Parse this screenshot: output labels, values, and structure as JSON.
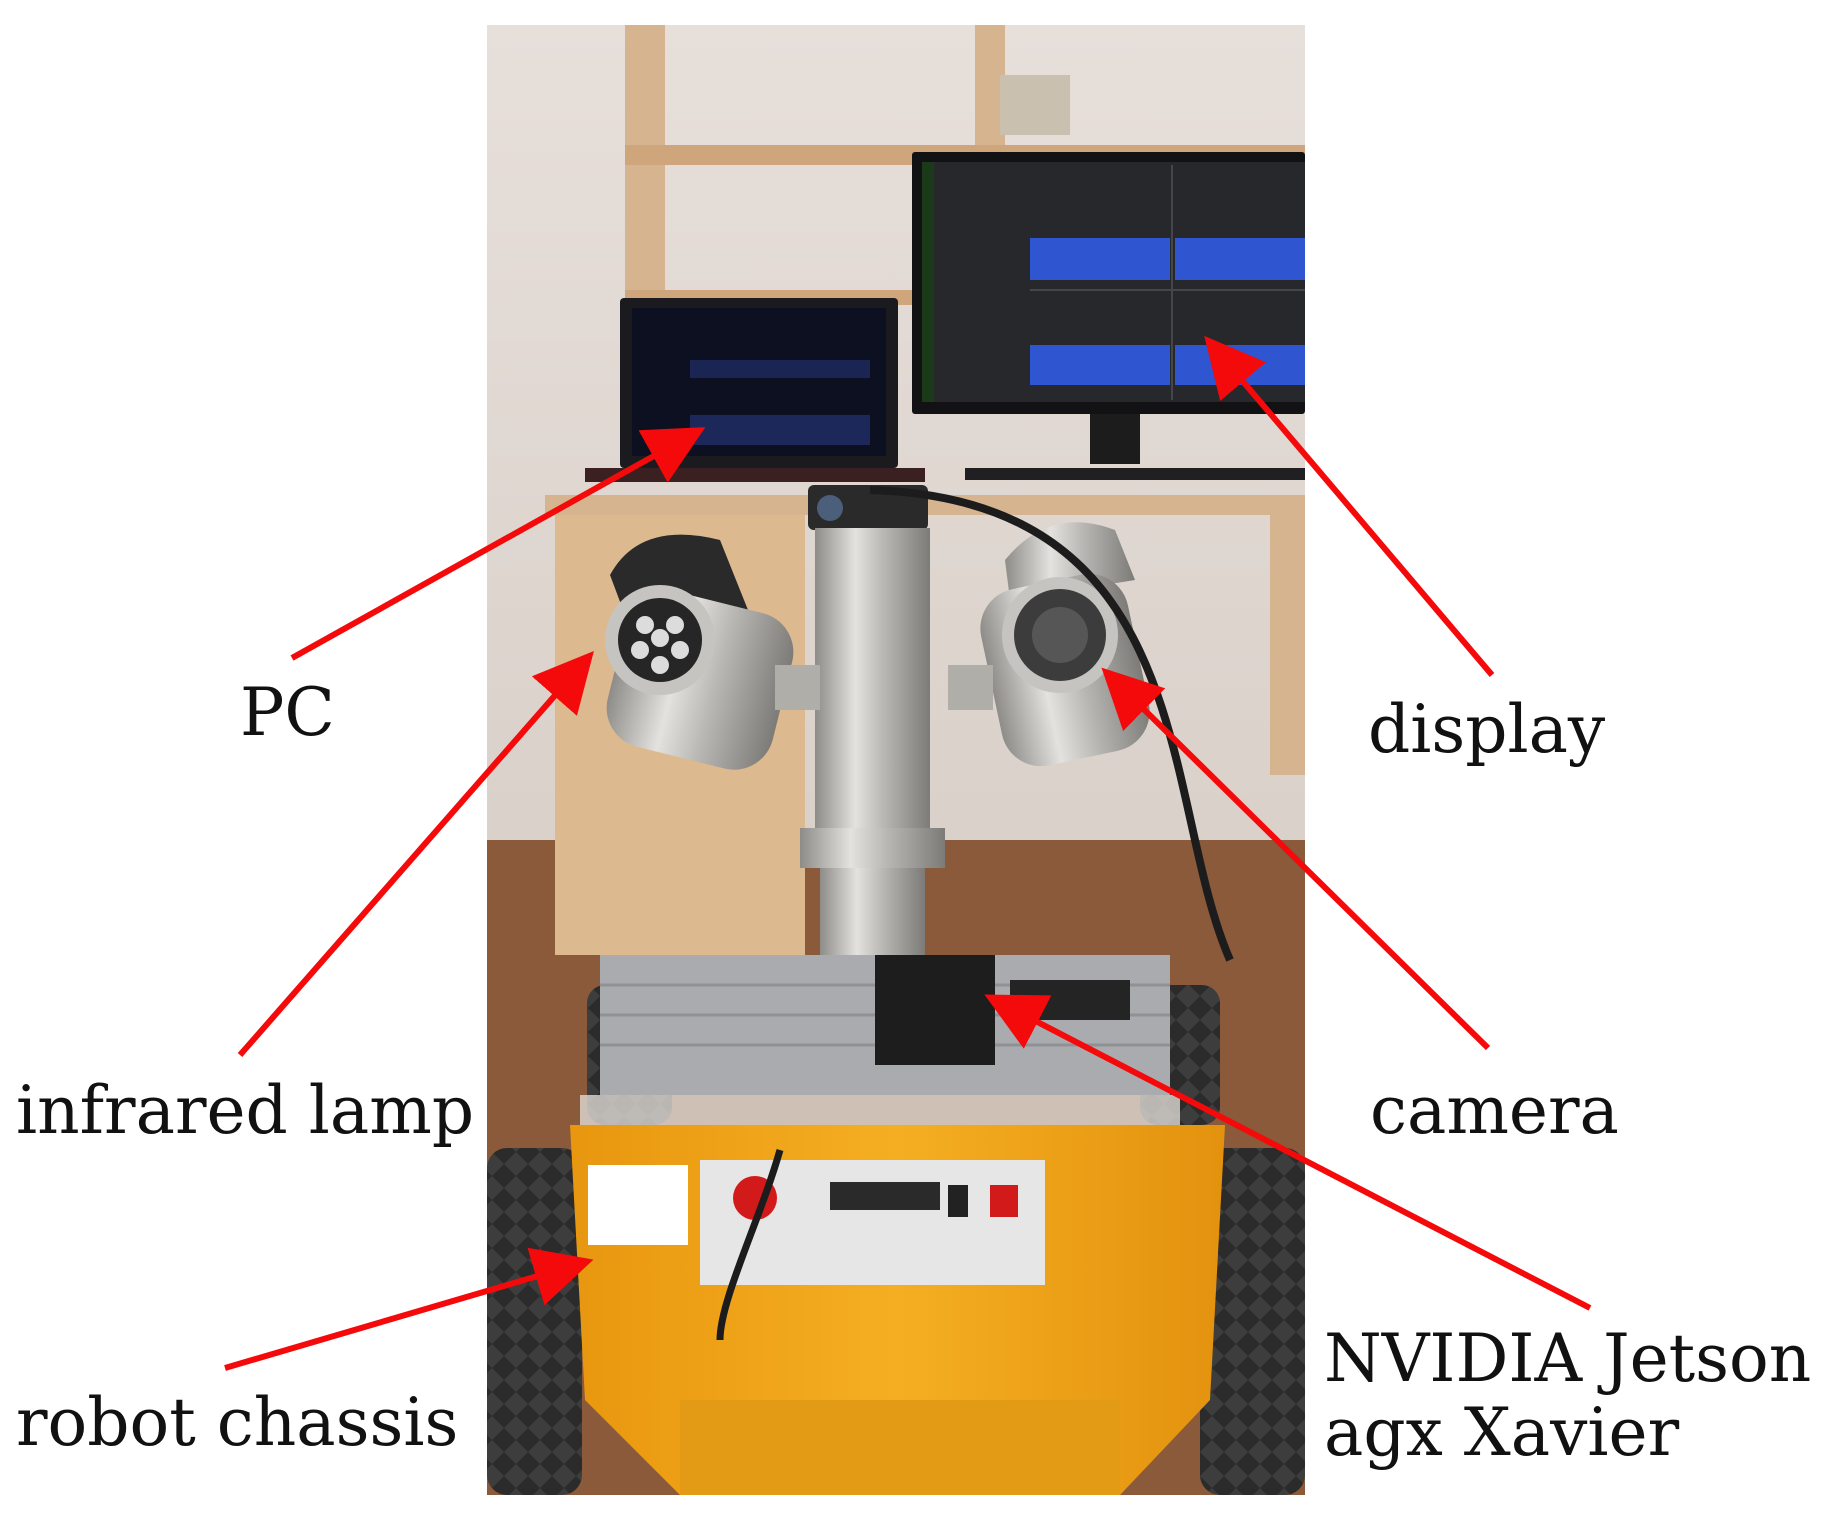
{
  "colors": {
    "arrow": "#f40a0a",
    "wall": "#d8cfc9",
    "shelf": "#d6b48f",
    "chassis": "#f2a818",
    "steel": "#b8b6b2",
    "monitor_chart": "#2f55d0"
  },
  "labels": {
    "pc": "PC",
    "display": "display",
    "infrared_lamp": "infrared lamp",
    "camera": "camera",
    "robot_chassis": "robot chassis",
    "nvidia_line1": "NVIDIA Jetson",
    "nvidia_line2": "agx Xavier"
  }
}
